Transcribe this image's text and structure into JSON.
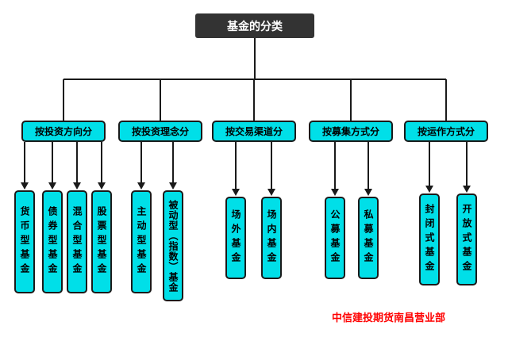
{
  "root": {
    "label": "基金的分类"
  },
  "categories": [
    {
      "label": "按投资方向分",
      "children": [
        "货币型基金",
        "债券型基金",
        "混合型基金",
        "股票型基金"
      ]
    },
    {
      "label": "按投资理念分",
      "children": [
        "主动型基金",
        "被动型（指数）基金"
      ]
    },
    {
      "label": "按交易渠道分",
      "children": [
        "场外基金",
        "场内基金"
      ]
    },
    {
      "label": "按募集方式分",
      "children": [
        "公募基金",
        "私募基金"
      ]
    },
    {
      "label": "按运作方式分",
      "children": [
        "封闭式基金",
        "开放式基金"
      ]
    }
  ],
  "footer": {
    "watermark": "中信建投期货南昌营业部"
  },
  "colors": {
    "node_fill": "#00dfe8",
    "node_border": "#1a1a1a",
    "root_fill": "#333333",
    "root_text": "#ffffff",
    "line": "#1a1a1a",
    "watermark": "#ff0000"
  }
}
